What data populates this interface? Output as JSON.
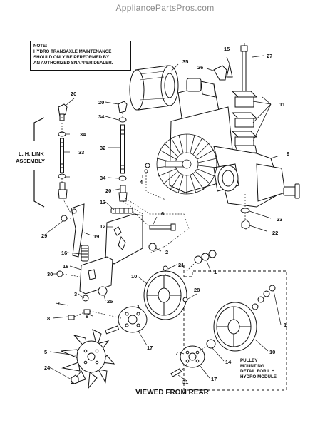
{
  "watermark": "AppliancePartsPros.com",
  "note": {
    "lines": [
      "NOTE:",
      "HYDRO TRANSAXLE MAINTENANCE",
      "SHOULD ONLY BE PERFORMED BY",
      "AN AUTHORIZED SNAPPER DEALER."
    ]
  },
  "assembly_label": [
    "L. H. LINK",
    "ASSEMBLY"
  ],
  "pulley_note": [
    "PULLEY",
    "MOUNTING",
    "DETAIL FOR L.H.",
    "HYDRO MODULE"
  ],
  "view_label": "VIEWED FROM REAR",
  "callouts": [
    "35",
    "15",
    "27",
    "26",
    "11",
    "20",
    "20",
    "34",
    "34",
    "33",
    "32",
    "4",
    "9",
    "34",
    "20",
    "13",
    "6",
    "23",
    "22",
    "29",
    "19",
    "12",
    "2",
    "16",
    "18",
    "1",
    "30",
    "21",
    "10",
    "3",
    "25",
    "1",
    "7",
    "8",
    "28",
    "8",
    "17",
    "1",
    "5",
    "24",
    "7",
    "14",
    "10",
    "31",
    "17"
  ]
}
